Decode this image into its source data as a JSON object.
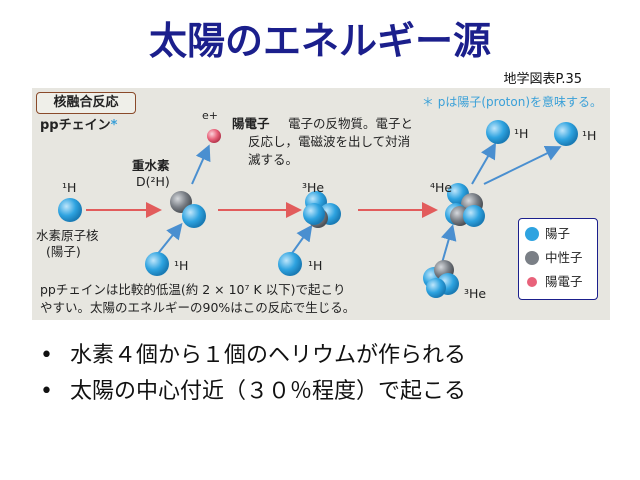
{
  "slide": {
    "title": "太陽のエネルギー源",
    "source": "地学図表P.35"
  },
  "diagram": {
    "box_label": "核融合反応",
    "pp_label": "ppチェイン",
    "pp_star": "*",
    "note": "＊ pは陽子(proton)を意味する。",
    "positron_symbol": "e+",
    "positron_title": "陽電子",
    "positron_desc_1": "電子の反物質。電子と",
    "positron_desc_2": "反応し，電磁波を出して対消",
    "positron_desc_3": "滅する。",
    "deuterium_1": "重水素",
    "deuterium_2": "D(²H)",
    "h1": "¹H",
    "he3": "³He",
    "he4": "⁴He",
    "hydrogen_nucleus_1": "水素原子核",
    "hydrogen_nucleus_2": "(陽子)",
    "caption_1": "ppチェインは比較的低温(約 2 × 10⁷ K 以下)で起こり",
    "caption_2": "やすい。太陽のエネルギーの90%はこの反応で生じる。",
    "legend": [
      {
        "label": "陽子",
        "color": "#2ea3e0"
      },
      {
        "label": "中性子",
        "color": "#7a7f86"
      },
      {
        "label": "陽電子",
        "color": "#e8627a"
      }
    ],
    "colors": {
      "proton": "#2ea3e0",
      "neutron": "#7a7f86",
      "positron": "#e8627a",
      "arrow_red": "#e25c5c",
      "arrow_blue": "#4a8fd0"
    }
  },
  "bullets": [
    "水素４個から１個のヘリウムが作られる",
    "太陽の中心付近（３０％程度）で起こる"
  ]
}
